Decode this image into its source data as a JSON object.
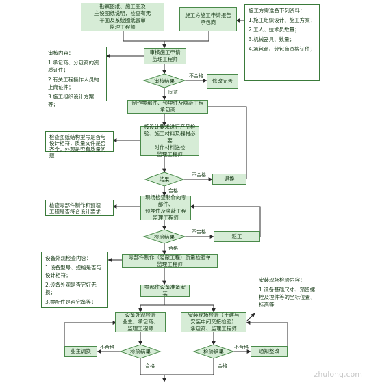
{
  "nodes": {
    "n1": [
      "勘察图纸、施工图及",
      "主设图纸说明，检查有无",
      "平面及系统图纸会审"
    ],
    "n1b": "监理工程师",
    "n2": "施工方施工申请报告",
    "n2b": "承包商",
    "review_note": {
      "title": "审核内容：",
      "items": [
        "1.承包商、分包商的资质证件；",
        "2.有关工程操作人员的上岗证件；",
        "3.施工组织设计方案等；"
      ]
    },
    "right_note": {
      "title": "施工方需准备下列资料：",
      "items": [
        "1.施工组织设计、施工方案；",
        "2.工人、技术员数量；",
        "3.机械器具、数量；",
        "4.承包商、分包商资格证件；"
      ]
    },
    "n3": "审核施工申请",
    "n3b": "监理工程师",
    "d1": "审核结果",
    "reject_box": [
      "不合格",
      "修改完善"
    ],
    "n4": "制作零部件、预埋件及隐蔽工程",
    "n4b": "承包商",
    "left_note2": [
      "检查图纸结构型号是否与",
      "设计相符，质量文件是否",
      "齐全，外观是否有质量问题"
    ],
    "n5": [
      "按设计要求进行产品检",
      "验、施工材料及器材必要",
      "时作材料送检"
    ],
    "n5b": "监理工程师",
    "d2": "结果",
    "return_box": "退换",
    "left_note3": [
      "检查零部件制作和预埋",
      "工程是否符合设计要求"
    ],
    "n6": [
      "现场检查制作的零部件、",
      "预埋件及隐蔽工程"
    ],
    "n6b": "监理工程师",
    "d3": "检验结果",
    "rework_box": "返工",
    "n7": "零部件制作（隐蔽工程）质量检验单",
    "n7b": "监理工程师",
    "left_note4": {
      "title": "设备外观检查内容：",
      "items": [
        "1.设备型号、规格是否与设计相符；",
        "2.设备外观是否完好无损；",
        "3.零配件是否完备等；"
      ]
    },
    "n8": "零部件设备准备安装",
    "right_note2": {
      "title": "安装现场检验内容：",
      "items": [
        "1.设备基础尺寸、预留螺栓及埋件等的坐标位置、标高等"
      ]
    },
    "n9": [
      "设备外观检验",
      "业主、承包商、",
      "监理工程师"
    ],
    "n10": [
      "安装现场检验（土建与",
      "安装中间交接检验）",
      "承包商、监理工程师"
    ],
    "d4": "检验结果",
    "d5": "检验结果",
    "left_out": "业主调换",
    "right_out": "通知整改"
  },
  "labels": {
    "fail": "不合格",
    "pass": "合格",
    "agree": "同意"
  }
}
